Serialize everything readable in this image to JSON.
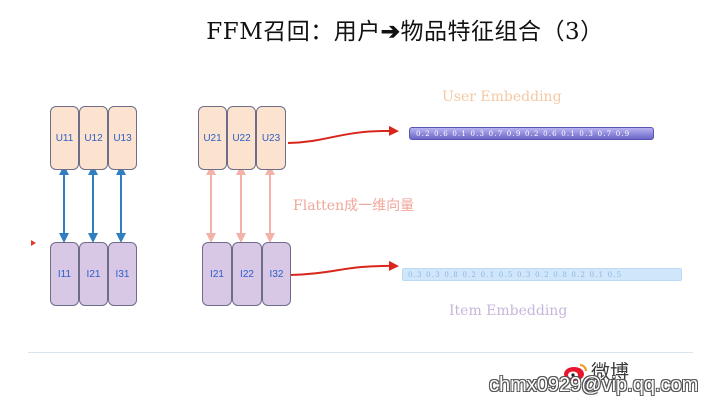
{
  "title": {
    "prefix": "FFM召回：用户",
    "arrow": "➔",
    "suffix": "物品特征组合（3）"
  },
  "left_group": {
    "user_cells": [
      "U11",
      "U12",
      "U13"
    ],
    "item_cells": [
      "I11",
      "I21",
      "I31"
    ]
  },
  "right_group": {
    "user_cells": [
      "U21",
      "U22",
      "U23"
    ],
    "item_cells": [
      "I21",
      "I22",
      "I32"
    ]
  },
  "flatten_label": "Flatten成一维向量",
  "user_embedding": {
    "label": "User Embedding",
    "values": "0.2  0.6  0.1  0.3  0.7  0.9  0.2  0.6  0.1  0.3  0.7  0.9"
  },
  "item_embedding": {
    "label": "Item Embedding",
    "values": "0.3  0.3  0.8  0.2  0.1  0.5  0.3  0.2  0.8  0.2  0.1  0.5"
  },
  "watermark": {
    "brand": "微博",
    "url": "chmx0929@vip.qq.com"
  },
  "colors": {
    "blue_arrow": "#2f7fc0",
    "pink_arrow": "#f2b2a8",
    "red_arrow": "#d8261c",
    "user_cell": "#fbe3cf",
    "item_cell": "#d8c8e6"
  }
}
